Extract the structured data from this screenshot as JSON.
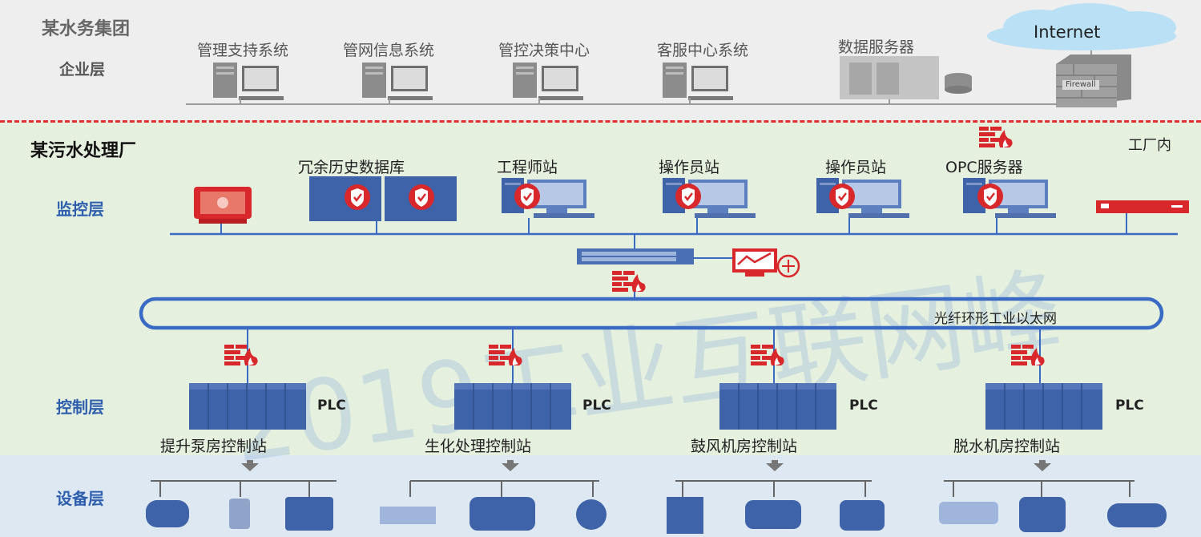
{
  "enterprise": {
    "group_name": "某水务集团",
    "layer_label": "企业层",
    "systems": [
      "管理支持系统",
      "管网信息系统",
      "管控决策中心",
      "客服中心系统",
      "数据服务器"
    ],
    "internet_label": "Internet",
    "firewall_text": "Firewall"
  },
  "plant": {
    "name": "某污水处理厂",
    "inside_label": "工厂内",
    "monitor_layer_label": "监控层",
    "monitor_nodes": [
      "冗余历史数据库",
      "工程师站",
      "操作员站",
      "操作员站",
      "OPC服务器"
    ],
    "ring_label": "光纤环形工业以太网",
    "control_layer_label": "控制层",
    "plc_label": "PLC",
    "control_stations": [
      "提升泵房控制站",
      "生化处理控制站",
      "鼓风机房控制站",
      "脱水机房控制站"
    ]
  },
  "devices": {
    "layer_label": "设备层"
  },
  "watermark": "2019工业互联网峰",
  "colors": {
    "enterprise_bg": "#eeeeee",
    "plant_bg": "#e6f0df",
    "device_bg": "#dde8f3",
    "network_line": "#3a6bc4",
    "security_red": "#d8282c",
    "equipment_blue": "#3f63a8"
  }
}
